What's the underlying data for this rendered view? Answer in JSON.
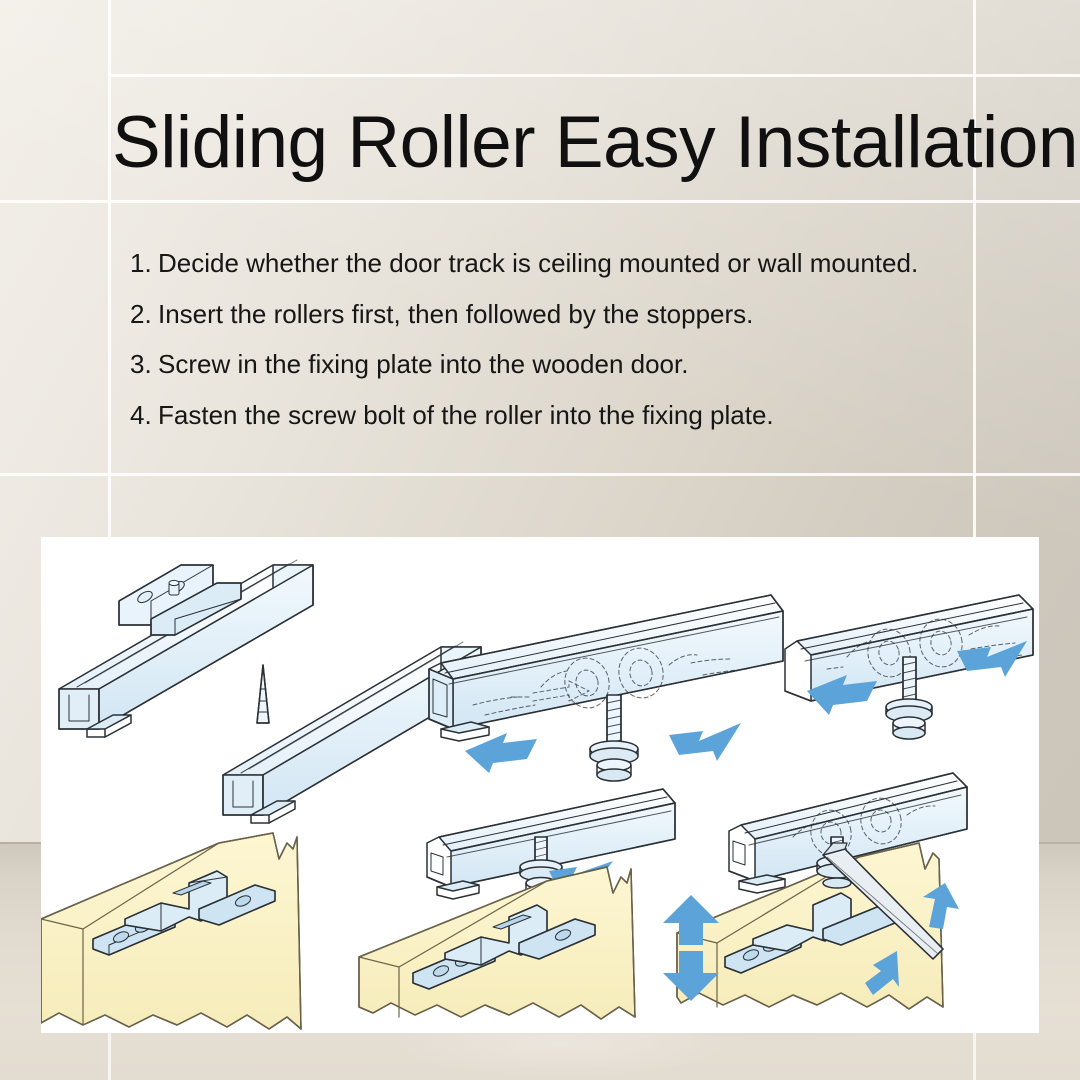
{
  "page": {
    "title": "Sliding Roller Easy Installation",
    "background_wall_color": "#e2dcd2",
    "background_floor_color": "#e3dcd1",
    "grid_line_color": "#ffffff",
    "text_color": "#101010"
  },
  "steps": [
    {
      "number": "1.",
      "text": "Decide whether the door track is ceiling mounted or wall mounted."
    },
    {
      "number": "2.",
      "text": "Insert the rollers first, then followed by the stoppers."
    },
    {
      "number": "3.",
      "text": "Screw in the fixing plate into the wooden door."
    },
    {
      "number": "4.",
      "text": "Fasten the screw bolt of the roller into the fixing plate."
    }
  ],
  "illustration": {
    "panel_background": "#ffffff",
    "metal_fill": "#dceaf5",
    "metal_fill_light": "#eef6fc",
    "metal_stroke": "#2b3136",
    "wood_fill": "#fbf3c8",
    "wood_fill_shade": "#f3e9b4",
    "wood_stroke": "#6d6348",
    "arrow_color": "#5ba3d9",
    "panels": [
      {
        "id": "p1",
        "caption": "Two door track rails with end bracket and stopper pin"
      },
      {
        "id": "p2",
        "caption": "Rollers inserted into track with bolt protruding, arrows show insertion direction"
      },
      {
        "id": "p3",
        "caption": "Second roller assembly inside track, arrows show sliding direction"
      },
      {
        "id": "p4",
        "caption": "Fixing plate screwed onto the top of the wooden door"
      },
      {
        "id": "p5",
        "caption": "Track roller bolt aligned above fixing plate on the wooden door"
      },
      {
        "id": "p6",
        "caption": "Wrench tightening the roller bolt into the fixing plate, up-down adjustment arrows"
      }
    ]
  }
}
